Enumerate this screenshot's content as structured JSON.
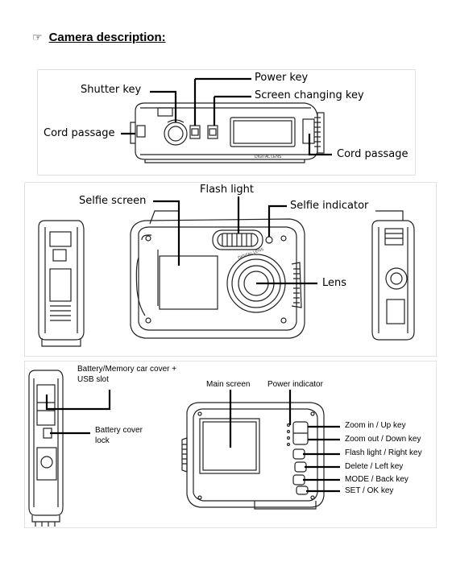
{
  "heading": {
    "icon": "hand-pointing-icon",
    "icon_glyph": "☞",
    "title": "Camera description:"
  },
  "top_view": {
    "labels": {
      "shutter_key": "Shutter key",
      "power_key": "Power key",
      "screen_changing_key": "Screen changing key",
      "cord_passage_left": "Cord passage",
      "cord_passage_right": "Cord passage"
    },
    "body_text": "DIGITAL LENS"
  },
  "front_view": {
    "labels": {
      "flash_light": "Flash light",
      "selfie_screen": "Selfie screen",
      "selfie_indicator": "Selfie indicator",
      "lens": "Lens"
    },
    "body_text": "DIGITAL LENS"
  },
  "back_view": {
    "labels": {
      "battery_cover": "Battery/Memory car cover + USB slot",
      "battery_cover_lock": "Battery cover lock",
      "main_screen": "Main screen",
      "power_indicator": "Power indicator",
      "zoom_in": "Zoom in / Up key",
      "zoom_out": "Zoom out / Down key",
      "flash_right": "Flash light / Right key",
      "delete_left": "Delete / Left key",
      "mode_back": "MODE / Back key",
      "set_ok": "SET / OK key"
    }
  }
}
